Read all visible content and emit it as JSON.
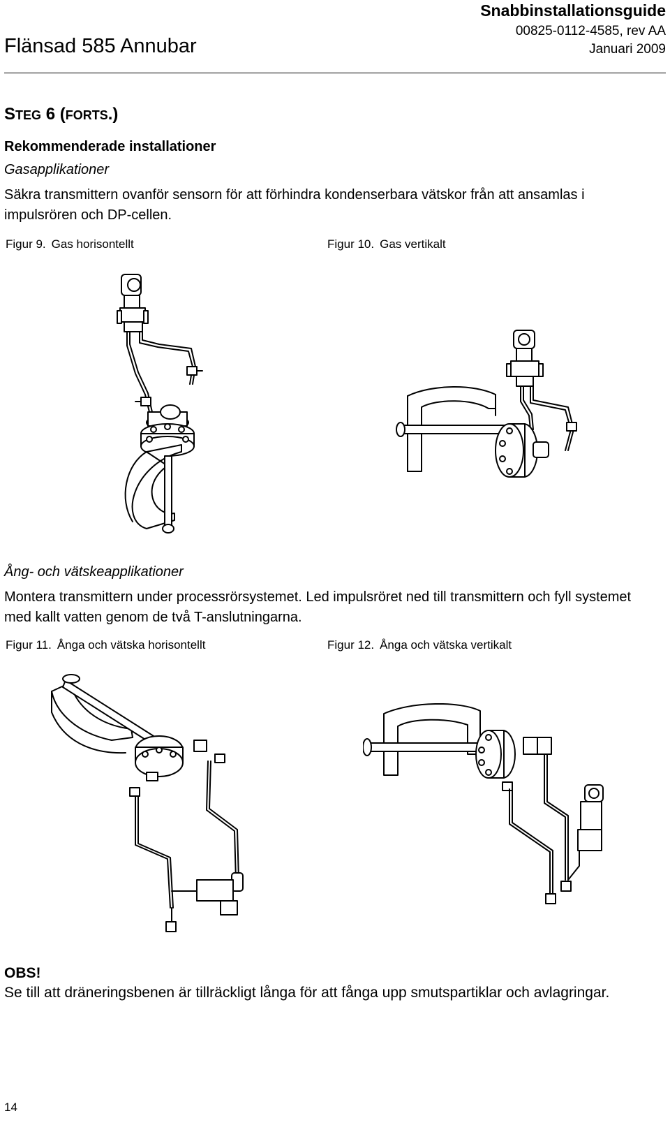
{
  "header": {
    "guide_title": "Snabbinstallationsguide",
    "doc_number": "00825-0112-4585, rev AA",
    "date": "Januari 2009",
    "product": "Flänsad 585 Annubar"
  },
  "step": {
    "s1": "S",
    "s2": "TEG",
    "s3": " 6 (",
    "s4": "FORTS",
    "s5": ".)"
  },
  "section": {
    "title": "Rekommenderade installationer",
    "gas_heading": "Gasapplikationer",
    "gas_text": "Säkra transmittern ovanför sensorn för att förhindra kondenserbara vätskor från att ansamlas i impulsrören och DP-cellen.",
    "steam_heading": "Ång- och vätskeapplikationer",
    "steam_text": "Montera transmittern under processrörsystemet. Led impulsröret ned till transmittern och fyll systemet med kallt vatten genom de två T-anslutningarna."
  },
  "figures": {
    "fig9": {
      "number": "Figur 9.",
      "caption": "Gas horisontellt",
      "icon": "gas-horizontal-installation-drawing"
    },
    "fig10": {
      "number": "Figur 10.",
      "caption": "Gas vertikalt",
      "icon": "gas-vertical-installation-drawing"
    },
    "fig11": {
      "number": "Figur 11.",
      "caption": "Ånga och vätska horisontellt",
      "icon": "steam-liquid-horizontal-installation-drawing"
    },
    "fig12": {
      "number": "Figur 12.",
      "caption": "Ånga och vätska vertikalt",
      "icon": "steam-liquid-vertical-installation-drawing"
    }
  },
  "note": {
    "title": "OBS!",
    "text": "Se till att dräneringsbenen är tillräckligt långa för att fånga upp smutspartiklar och avlagringar."
  },
  "footer": {
    "page_number": "14"
  }
}
